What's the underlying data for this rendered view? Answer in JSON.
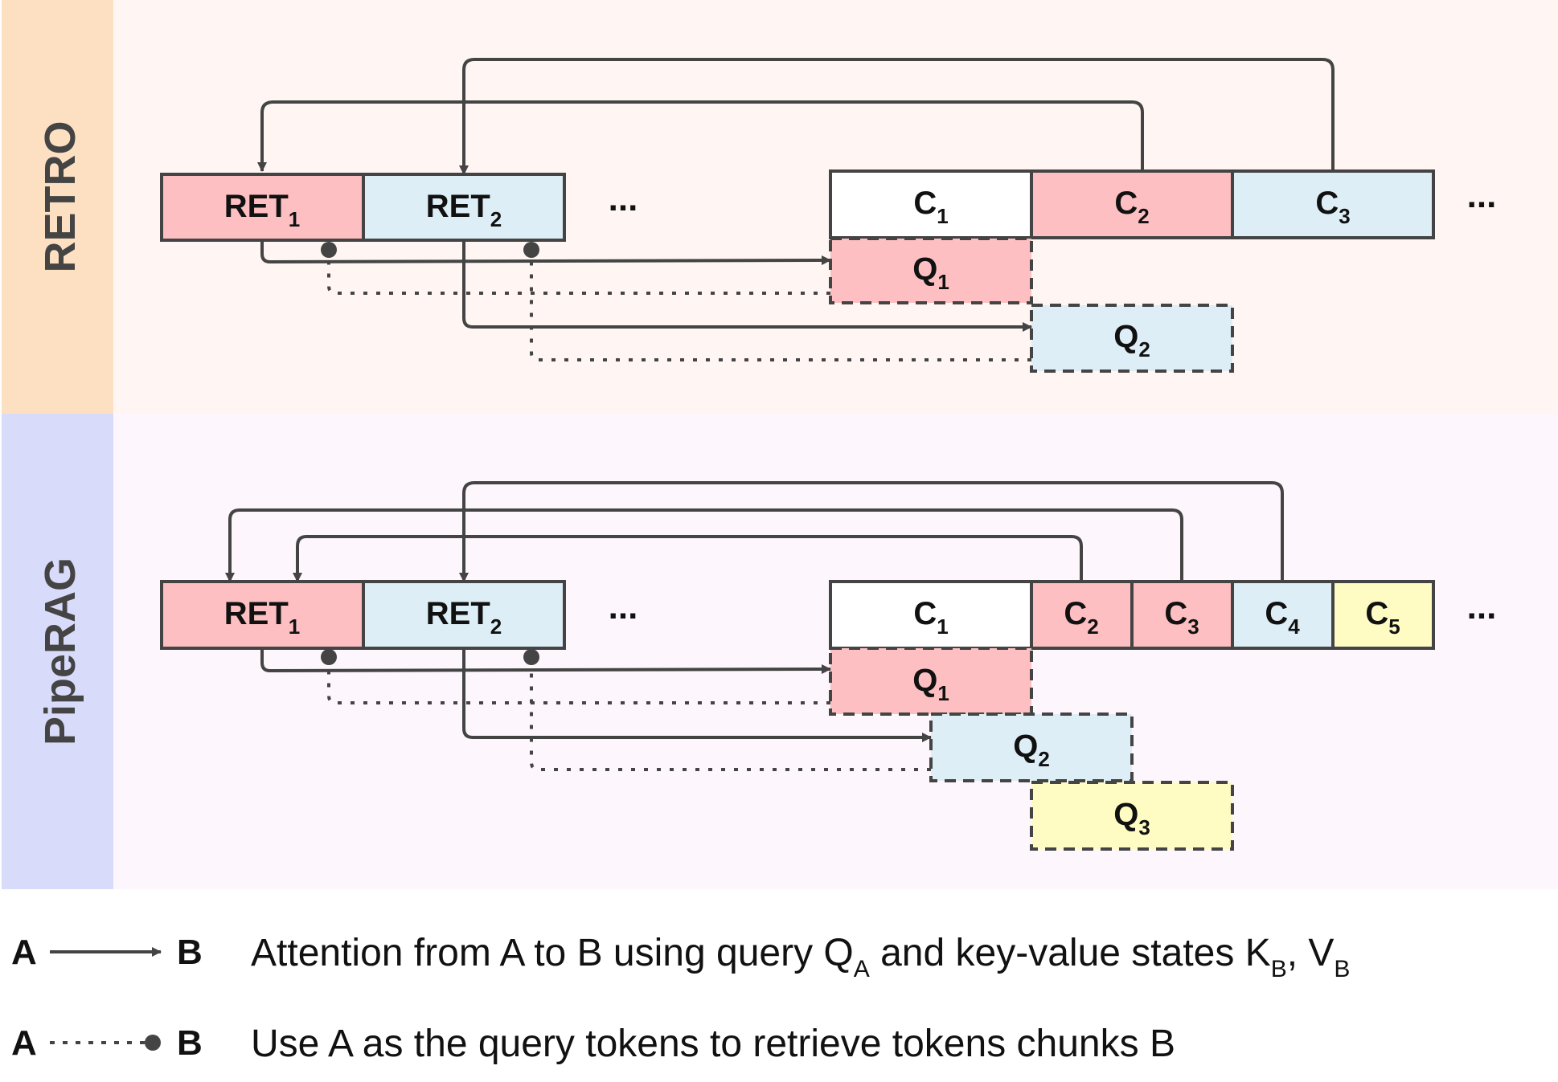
{
  "colors": {
    "red": "#fdbfc1",
    "blue": "#ddeef6",
    "yellow": "#fefcc3",
    "white": "#ffffff",
    "retro_band": "#fde0c2",
    "piperag_band": "#d9dbfa",
    "retro_bg": "#fff6f3",
    "piperag_bg": "#fdf6fc",
    "line": "#444444"
  },
  "panels": [
    {
      "label": "RETRO",
      "ret_boxes": [
        {
          "base": "RET",
          "sub": "1",
          "color": "red"
        },
        {
          "base": "RET",
          "sub": "2",
          "color": "blue"
        }
      ],
      "chunks": [
        {
          "base": "C",
          "sub": "1",
          "color": "white"
        },
        {
          "base": "C",
          "sub": "2",
          "color": "red"
        },
        {
          "base": "C",
          "sub": "3",
          "color": "blue"
        }
      ],
      "queries": [
        {
          "base": "Q",
          "sub": "1",
          "color": "red"
        },
        {
          "base": "Q",
          "sub": "2",
          "color": "blue"
        }
      ],
      "ellipsis": "..."
    },
    {
      "label": "PipeRAG",
      "ret_boxes": [
        {
          "base": "RET",
          "sub": "1",
          "color": "red"
        },
        {
          "base": "RET",
          "sub": "2",
          "color": "blue"
        }
      ],
      "chunks": [
        {
          "base": "C",
          "sub": "1",
          "color": "white"
        },
        {
          "base": "C",
          "sub": "2",
          "color": "red"
        },
        {
          "base": "C",
          "sub": "3",
          "color": "red"
        },
        {
          "base": "C",
          "sub": "4",
          "color": "blue"
        },
        {
          "base": "C",
          "sub": "5",
          "color": "yellow"
        }
      ],
      "queries": [
        {
          "base": "Q",
          "sub": "1",
          "color": "red"
        },
        {
          "base": "Q",
          "sub": "2",
          "color": "blue"
        },
        {
          "base": "Q",
          "sub": "3",
          "color": "yellow"
        }
      ],
      "ellipsis": "..."
    }
  ],
  "legend": [
    {
      "a": "A",
      "b": "B",
      "style": "solid-arrow",
      "text_parts": [
        {
          "t": "Attention from A to B using query Q"
        },
        {
          "t": "A",
          "sub": true
        },
        {
          "t": " and key-value states K"
        },
        {
          "t": "B",
          "sub": true
        },
        {
          "t": ", V"
        },
        {
          "t": "B",
          "sub": true
        }
      ]
    },
    {
      "a": "A",
      "b": "B",
      "style": "dotted-dot",
      "text_parts": [
        {
          "t": "Use A as the query tokens to retrieve tokens chunks B"
        }
      ]
    }
  ]
}
